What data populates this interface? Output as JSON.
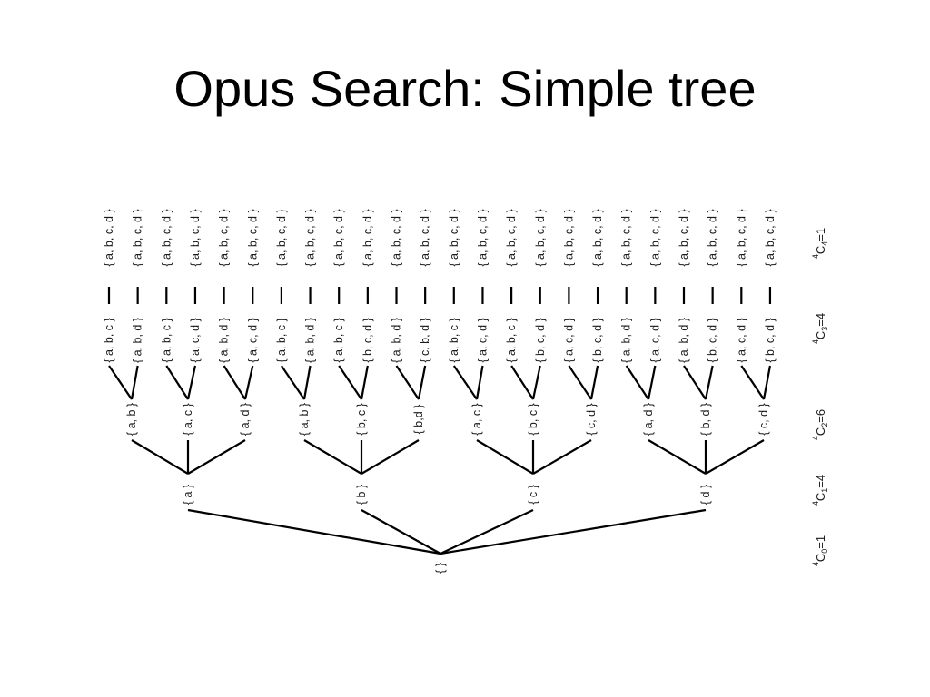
{
  "title": "Opus Search: Simple tree",
  "tree": {
    "root": {
      "label": "{ }"
    },
    "level1": [
      {
        "label": "{ a }"
      },
      {
        "label": "{ b }"
      },
      {
        "label": "{ c }"
      },
      {
        "label": "{ d }"
      }
    ],
    "level2": [
      {
        "label": "{ a, b }",
        "parent": 0
      },
      {
        "label": "{ a, c }",
        "parent": 0
      },
      {
        "label": "{ a, d }",
        "parent": 0
      },
      {
        "label": "{ a, b }",
        "parent": 1
      },
      {
        "label": "{ b, c }",
        "parent": 1
      },
      {
        "label": "{ b,d }",
        "parent": 1
      },
      {
        "label": "{ a, c }",
        "parent": 2
      },
      {
        "label": "{ b, c }",
        "parent": 2
      },
      {
        "label": "{ c, d }",
        "parent": 2
      },
      {
        "label": "{ a, d }",
        "parent": 3
      },
      {
        "label": "{ b, d }",
        "parent": 3
      },
      {
        "label": "{ c, d }",
        "parent": 3
      }
    ],
    "level3": [
      {
        "label": "{ a, b, c }",
        "parent": 0
      },
      {
        "label": "{ a, b, d }",
        "parent": 0
      },
      {
        "label": "{ a, b, c }",
        "parent": 1
      },
      {
        "label": "{ a, c, d }",
        "parent": 1
      },
      {
        "label": "{ a, b, d }",
        "parent": 2
      },
      {
        "label": "{ a, c, d }",
        "parent": 2
      },
      {
        "label": "{ a, b, c }",
        "parent": 3
      },
      {
        "label": "{ a, b, d }",
        "parent": 3
      },
      {
        "label": "{ a, b, c }",
        "parent": 4
      },
      {
        "label": "{ b, c, d }",
        "parent": 4
      },
      {
        "label": "{ a, b, d }",
        "parent": 5
      },
      {
        "label": "{ c, b, d }",
        "parent": 5
      },
      {
        "label": "{ a, b, c }",
        "parent": 6
      },
      {
        "label": "{ a, c, d }",
        "parent": 6
      },
      {
        "label": "{ a, b, c }",
        "parent": 7
      },
      {
        "label": "{ b, c, d }",
        "parent": 7
      },
      {
        "label": "{ a, c, d }",
        "parent": 8
      },
      {
        "label": "{ b, c, d }",
        "parent": 8
      },
      {
        "label": "{ a, b, d }",
        "parent": 9
      },
      {
        "label": "{ a, c, d }",
        "parent": 9
      },
      {
        "label": "{ a, b, d }",
        "parent": 10
      },
      {
        "label": "{ b, c, d }",
        "parent": 10
      },
      {
        "label": "{ a, c, d }",
        "parent": 11
      },
      {
        "label": "{ b, c, d }",
        "parent": 11
      }
    ],
    "level4_label": "{ a, b, c, d }"
  },
  "level_counts": [
    {
      "base": "4",
      "sub": "0",
      "value": "=1"
    },
    {
      "base": "4",
      "sub": "1",
      "value": "=4"
    },
    {
      "base": "4",
      "sub": "2",
      "value": "=6"
    },
    {
      "base": "4",
      "sub": "3",
      "value": "=4"
    },
    {
      "base": "4",
      "sub": "4",
      "value": "=1"
    }
  ]
}
